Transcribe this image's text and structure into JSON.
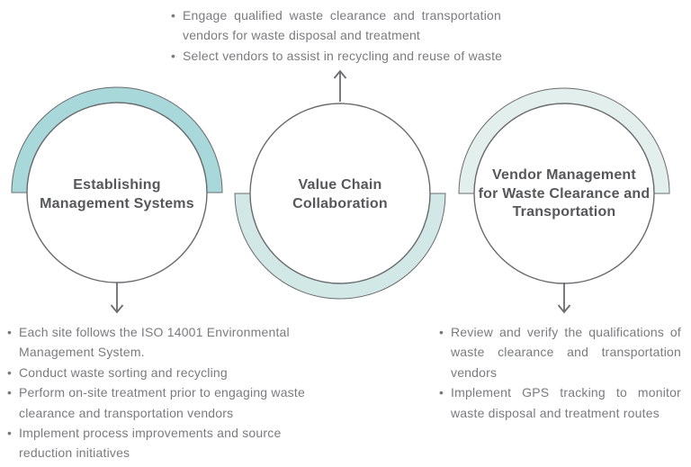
{
  "colors": {
    "background": "#ffffff",
    "outline_gray": "#6a6b6d",
    "arrow_gray": "#6b6c6e",
    "title_text": "#565759",
    "body_text": "#7a7b7d",
    "circle_fill": "#ffffff"
  },
  "glyphs": {
    "bullet": "•"
  },
  "circles": [
    {
      "title_lines": [
        "Establishing",
        "Management Systems"
      ],
      "arc_side": "top",
      "arc_color": "#a8d8da"
    },
    {
      "title_lines": [
        "Value Chain",
        "Collaboration"
      ],
      "arc_side": "bottom",
      "arc_color": "#d2e8e7"
    },
    {
      "title_lines": [
        "Vendor Management",
        "for Waste Clearance and",
        "Transportation"
      ],
      "arc_side": "top",
      "arc_color": "#e3efed"
    }
  ],
  "top_list": {
    "items": [
      {
        "lines": [
          "Engage qualified waste clearance and transportation",
          "vendors for waste disposal and treatment"
        ]
      },
      {
        "lines": [
          "Select vendors to assist in recycling and reuse of waste"
        ]
      }
    ]
  },
  "bottom_left_list": {
    "items": [
      {
        "lines": [
          "Each site follows the ISO 14001 Environmental",
          "Management System."
        ]
      },
      {
        "lines": [
          "Conduct waste sorting and recycling"
        ]
      },
      {
        "lines": [
          "Perform on-site treatment prior to engaging waste",
          "clearance and transportation vendors"
        ]
      },
      {
        "lines": [
          "Implement process improvements and source",
          "reduction initiatives"
        ]
      }
    ]
  },
  "bottom_right_list": {
    "items": [
      {
        "lines": [
          "Review and verify the qualifications of",
          "waste clearance and transportation",
          "vendors"
        ]
      },
      {
        "lines": [
          "Implement GPS tracking to monitor",
          "waste disposal and treatment routes"
        ]
      }
    ]
  }
}
